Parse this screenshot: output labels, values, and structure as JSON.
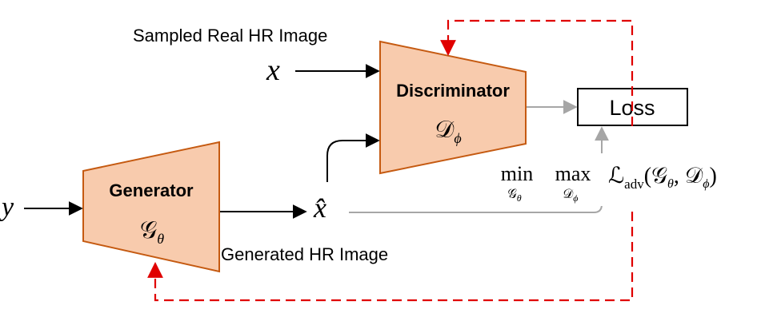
{
  "diagram": {
    "labels": {
      "real_image": "Sampled Real HR Image",
      "generated_image": "Generated HR Image",
      "input_y": "y",
      "input_x": "x",
      "x_hat": "x̂",
      "loss": "Loss"
    },
    "generator": {
      "title": "Generator",
      "symbol": "𝒢",
      "symbol_subscript": "θ"
    },
    "discriminator": {
      "title": "Discriminator",
      "symbol": "𝒟",
      "symbol_subscript": "ϕ"
    },
    "objective": {
      "min_label": "min",
      "min_sub_symbol": "𝒢",
      "min_sub_subscript": "θ",
      "max_label": "max",
      "max_sub_symbol": "𝒟",
      "max_sub_subscript": "ϕ",
      "loss_symbol": "ℒ",
      "loss_subscript": "adv",
      "loss_args": "(𝒢",
      "loss_arg1_sub": "θ",
      "loss_args_mid": ", 𝒟",
      "loss_arg2_sub": "ϕ",
      "loss_args_end": ")"
    },
    "colors": {
      "block_fill": "#f8cbad",
      "block_stroke": "#c55a11",
      "arrow_black": "#000000",
      "arrow_gray": "#a6a6a6",
      "feedback_red": "#e00000"
    }
  }
}
